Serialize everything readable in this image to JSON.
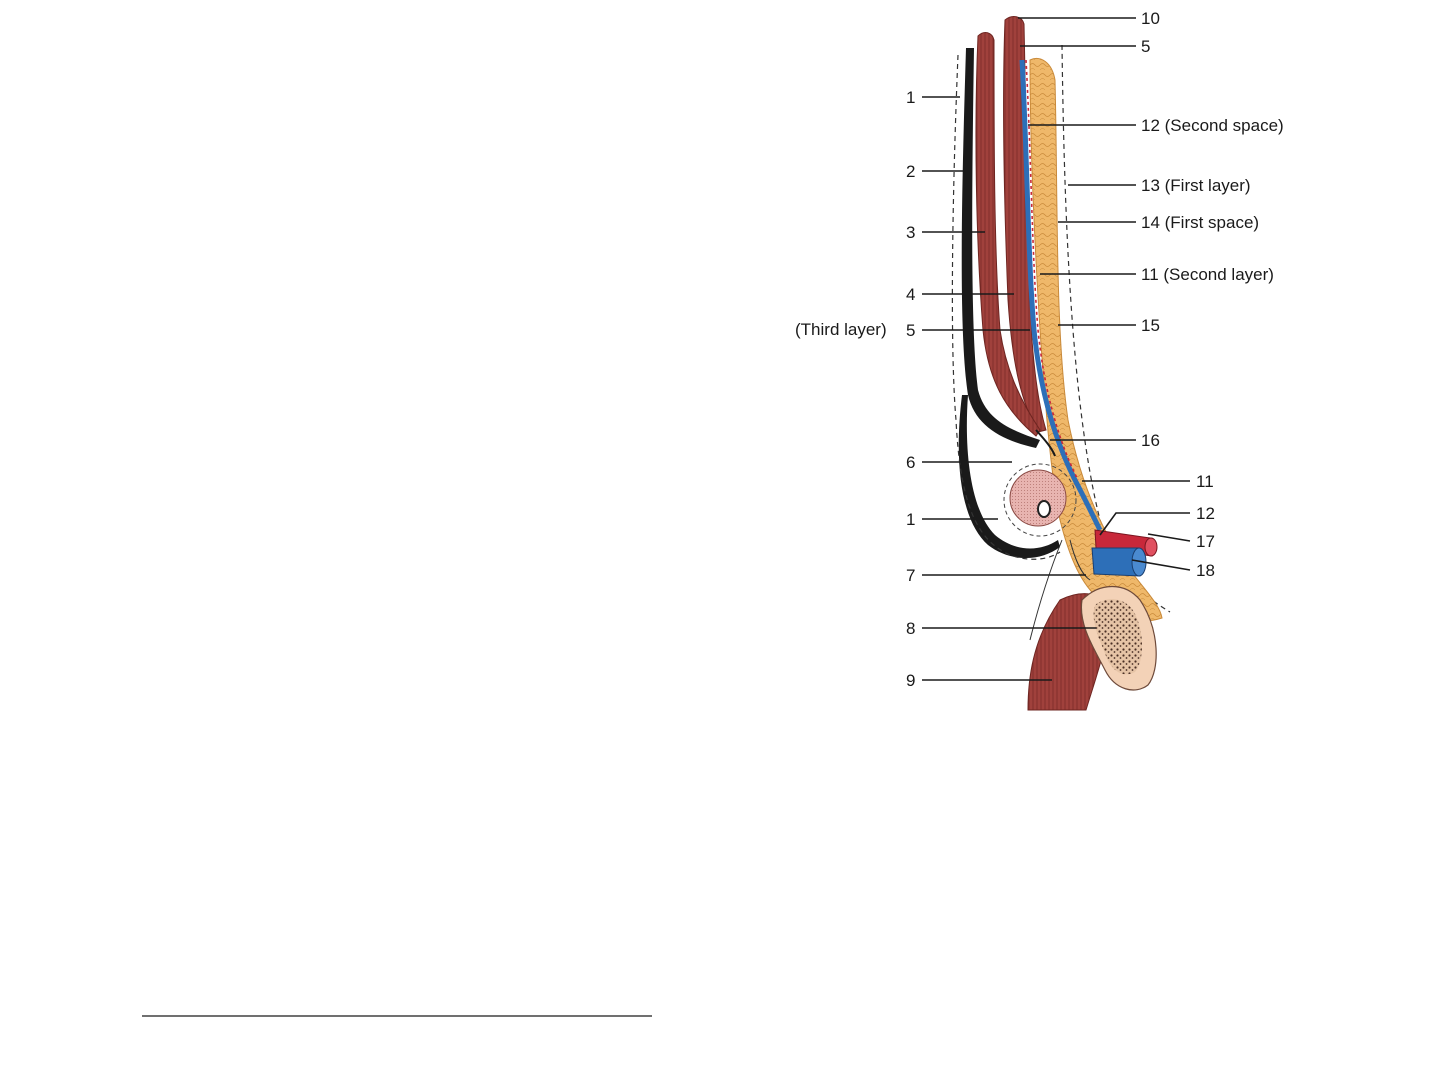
{
  "colors": {
    "muscle": "#a0413c",
    "muscle_dark": "#6e2521",
    "fat": "#efb86a",
    "fat_dark": "#c98a3a",
    "fascia": "#1a1a1a",
    "artery": "#c8283a",
    "vein": "#2d6fb8",
    "bone": "#f3d2b7",
    "marrow": "#5a3a2e",
    "structure6": "#e8b4b0"
  },
  "diagram": {
    "caption_left": "(Third layer)",
    "labels_left": [
      {
        "id": "l1a",
        "text": "1"
      },
      {
        "id": "l2",
        "text": "2"
      },
      {
        "id": "l3",
        "text": "3"
      },
      {
        "id": "l4",
        "text": "4"
      },
      {
        "id": "l5a",
        "text": "5"
      },
      {
        "id": "l6",
        "text": "6"
      },
      {
        "id": "l1b",
        "text": "1"
      },
      {
        "id": "l7",
        "text": "7"
      },
      {
        "id": "l8",
        "text": "8"
      },
      {
        "id": "l9",
        "text": "9"
      }
    ],
    "labels_right": [
      {
        "id": "r10",
        "text": "10"
      },
      {
        "id": "r5",
        "text": "5"
      },
      {
        "id": "r12",
        "text": "12 (Second space)"
      },
      {
        "id": "r13",
        "text": "13 (First layer)"
      },
      {
        "id": "r14",
        "text": "14 (First space)"
      },
      {
        "id": "r11",
        "text": "11 (Second layer)"
      },
      {
        "id": "r15",
        "text": "15"
      },
      {
        "id": "r16",
        "text": "16"
      },
      {
        "id": "r11b",
        "text": "11"
      },
      {
        "id": "r12b",
        "text": "12"
      },
      {
        "id": "r17",
        "text": "17"
      },
      {
        "id": "r18",
        "text": "18"
      }
    ]
  }
}
